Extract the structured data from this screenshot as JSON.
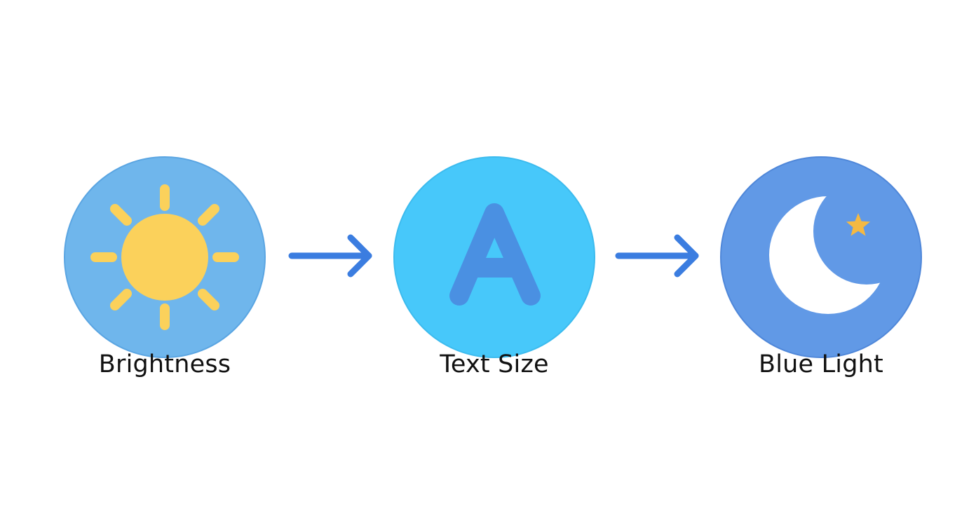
{
  "steps": [
    {
      "label": "Brightness",
      "icon": "sun-icon",
      "circle_color": "#6fb6ec",
      "icon_color": "#fbd15b"
    },
    {
      "label": "Text Size",
      "icon": "letter-a-icon",
      "circle_color": "#47c8fa",
      "icon_color": "#4a90e2"
    },
    {
      "label": "Blue Light",
      "icon": "moon-star-icon",
      "circle_color": "#6199e6",
      "icon_color": "#ffffff",
      "accent_color": "#f5b942"
    }
  ],
  "arrow_color": "#3b7de0"
}
